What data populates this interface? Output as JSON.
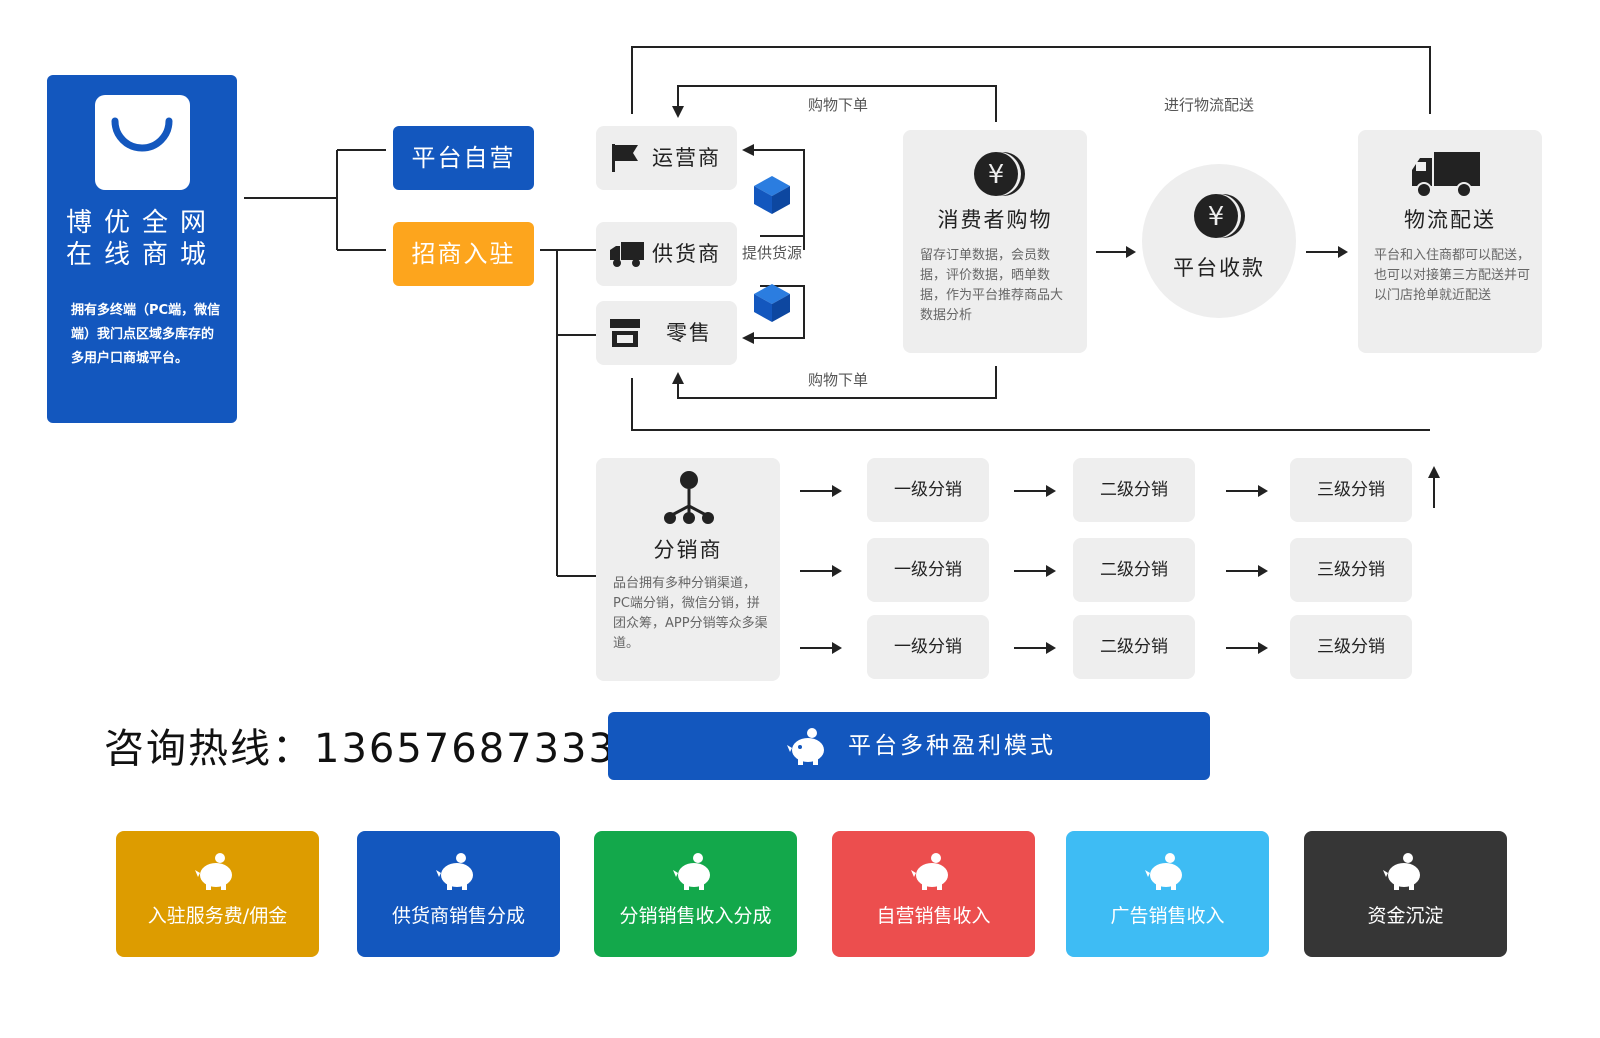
{
  "brand": {
    "name_line1": "博优全网",
    "name_line2": "在线商城",
    "description": "拥有多终端（PC端，微信端）我门点区域多库存的多用户口商城平台。"
  },
  "modes": {
    "self_operated": "平台自营",
    "merchants": "招商入驻"
  },
  "roles": {
    "operator": "运营商",
    "supplier": "供货商",
    "retail": "零售"
  },
  "captions": {
    "shopping_order_top": "购物下单",
    "shopping_order_bottom": "购物下单",
    "provide_supply": "提供货源",
    "logistics_delivery": "进行物流配送"
  },
  "consumer": {
    "title": "消费者购物",
    "description": "留存订单数据，会员数据，评价数据，晒单数据，作为平台推荐商品大数据分析"
  },
  "payment": {
    "title": "平台收款"
  },
  "logistics": {
    "title": "物流配送",
    "description": "平台和入住商都可以配送，也可以对接第三方配送并可以门店抢单就近配送"
  },
  "distributor": {
    "title": "分销商",
    "description": "品台拥有多种分销渠道，PC端分销，微信分销，拼团众筹，APP分销等众多渠道。",
    "level1": "一级分销",
    "level2": "二级分销",
    "level3": "三级分销"
  },
  "hotline": {
    "label": "咨询热线：",
    "number": "13657687333"
  },
  "profit_banner": {
    "title": "平台多种盈利模式"
  },
  "profit_cards": [
    {
      "label": "入驻服务费/佣金",
      "color": "#dd9c00"
    },
    {
      "label": "供货商销售分成",
      "color": "#1357be"
    },
    {
      "label": "分销销售收入分成",
      "color": "#13a84b"
    },
    {
      "label": "自营销售收入",
      "color": "#ec4e4e"
    },
    {
      "label": "广告销售收入",
      "color": "#3ebcf4"
    },
    {
      "label": "资金沉淀",
      "color": "#363636"
    }
  ],
  "colors": {
    "brand_blue": "#1357be",
    "merchant_orange": "#fda51d",
    "panel_gray": "#eeeeee"
  }
}
